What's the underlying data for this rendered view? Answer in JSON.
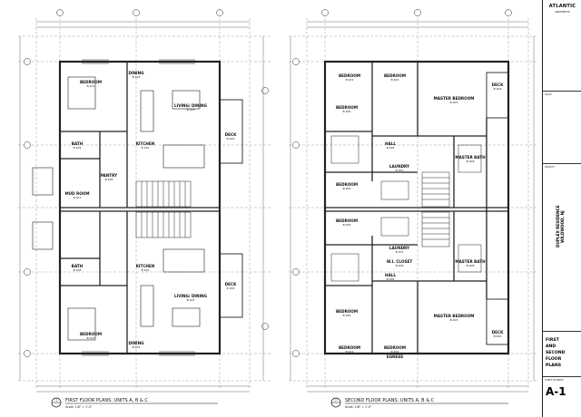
{
  "titleblock": {
    "firm": "ATLANTIC",
    "firm_line2": "ARCHITECTS",
    "project": "DUPLEX RESIDENCE",
    "location": "WILDWOOD, NJ",
    "sheet_title_1": "FIRST",
    "sheet_title_2": "AND",
    "sheet_title_3": "SECOND",
    "sheet_title_4": "FLOOR",
    "sheet_title_5": "PLANS",
    "sheet_number": "A-1",
    "project_label": "PROJECT",
    "issue_label": "ISSUE",
    "sheet_label": "SHEET NUMBER"
  },
  "plans": {
    "first": {
      "caption": "FIRST FLOOR PLANS: UNITS A, B & C",
      "scale": "Scale: 1/8\" = 1'-0\"",
      "number": "1",
      "rooms": [
        {
          "name": "BEDROOM",
          "num": "B 101"
        },
        {
          "name": "DINING",
          "num": "B 102"
        },
        {
          "name": "LIVING/ DINING",
          "num": "B 103"
        },
        {
          "name": "KITCHEN",
          "num": "B 102"
        },
        {
          "name": "DECK",
          "num": "B 104"
        },
        {
          "name": "BATH",
          "num": "B 105"
        },
        {
          "name": "PANTRY",
          "num": "B 106"
        },
        {
          "name": "MUD ROOM",
          "num": "B 107"
        },
        {
          "name": "BATH",
          "num": "B 105"
        },
        {
          "name": "KITCHEN",
          "num": "B 102"
        },
        {
          "name": "LIVING/ DINING",
          "num": "B 103"
        },
        {
          "name": "DECK",
          "num": "B 104"
        },
        {
          "name": "BEDROOM",
          "num": "B 101"
        },
        {
          "name": "DINING",
          "num": "B 102"
        }
      ]
    },
    "second": {
      "caption": "SECOND FLOOR PLANS: UNITS A, B & C",
      "scale": "Scale: 1/8\" = 1'-0\"",
      "number": "2",
      "rooms": [
        {
          "name": "BEDROOM",
          "num": "B 201"
        },
        {
          "name": "BEDROOM",
          "num": "B 202"
        },
        {
          "name": "MASTER BEDROOM",
          "num": "B 203"
        },
        {
          "name": "DECK",
          "num": "B 204"
        },
        {
          "name": "BEDROOM",
          "num": "B 205"
        },
        {
          "name": "HALL",
          "num": "B 206"
        },
        {
          "name": "LAUNDRY",
          "num": "B 207"
        },
        {
          "name": "MASTER BATH",
          "num": "B 208"
        },
        {
          "name": "BEDROOM",
          "num": "B 205"
        },
        {
          "name": "BEDROOM",
          "num": "B 205"
        },
        {
          "name": "W.I. CLOSET",
          "num": "B 209"
        },
        {
          "name": "MASTER BATH",
          "num": "B 208"
        },
        {
          "name": "LAUNDRY",
          "num": "B 207"
        },
        {
          "name": "HALL",
          "num": "B 206"
        },
        {
          "name": "BEDROOM",
          "num": "B 205"
        },
        {
          "name": "MASTER BEDROOM",
          "num": "B 203"
        },
        {
          "name": "BEDROOM",
          "num": "B 201"
        },
        {
          "name": "BEDROOM",
          "num": "B 202"
        },
        {
          "name": "DECK",
          "num": "B 204"
        },
        {
          "name": "EGRESS",
          "num": ""
        }
      ]
    }
  }
}
